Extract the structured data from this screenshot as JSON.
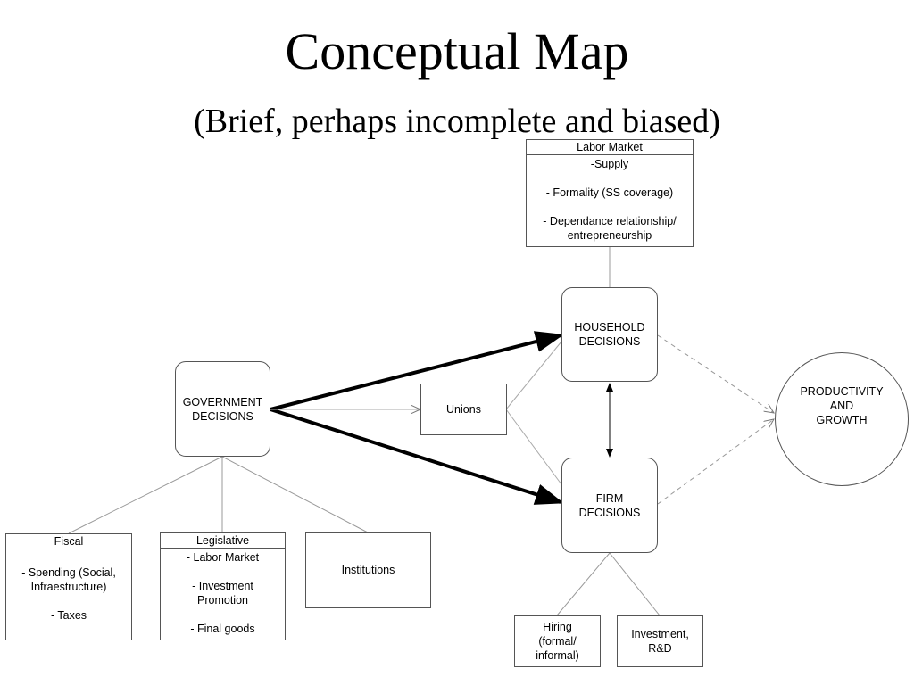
{
  "title": "Conceptual Map",
  "subtitle": "(Brief, perhaps incomplete and biased)",
  "labor_market": {
    "header": "Labor Market",
    "items": [
      "-Supply",
      "- Formality (SS coverage)",
      "- Dependance relationship/",
      "entrepreneurship"
    ]
  },
  "household": {
    "line1": "HOUSEHOLD",
    "line2": "DECISIONS"
  },
  "firm": {
    "line1": "FIRM",
    "line2": "DECISIONS"
  },
  "government": {
    "line1": "GOVERNMENT",
    "line2": "DECISIONS"
  },
  "unions": "Unions",
  "productivity": {
    "line1": "PRODUCTIVITY",
    "line2": "AND",
    "line3": "GROWTH"
  },
  "fiscal": {
    "header": "Fiscal",
    "items": [
      "- Spending (Social,",
      "Infraestructure)",
      "- Taxes"
    ]
  },
  "legislative": {
    "header": "Legislative",
    "items": [
      "- Labor Market",
      "- Investment",
      "Promotion",
      "- Final goods"
    ]
  },
  "institutions": "Institutions",
  "hiring": {
    "line1": "Hiring",
    "line2": "(formal/",
    "line3": "informal)"
  },
  "investment": {
    "line1": "Investment,",
    "line2": "R&D"
  }
}
